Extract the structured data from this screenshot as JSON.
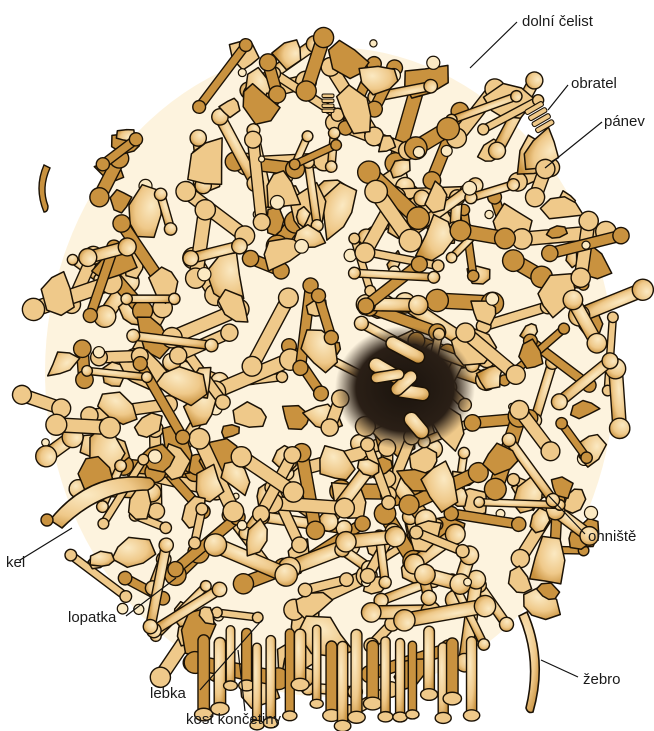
{
  "colors": {
    "bone_fill": "#efc98a",
    "bone_light": "#fbe9c2",
    "bone_dark": "#c9923f",
    "outline": "#1b1206",
    "hearth": "#241a12",
    "background": "#ffffff"
  },
  "labels": {
    "dolni_celist": "dolní čelist",
    "obratel": "obratel",
    "panev": "pánev",
    "ohniste": "ohniště",
    "kel": "kel",
    "lopatka": "lopatka",
    "lebka": "lebka",
    "kost_koncetiny": "kost končetiny",
    "zebro": "žebro"
  }
}
